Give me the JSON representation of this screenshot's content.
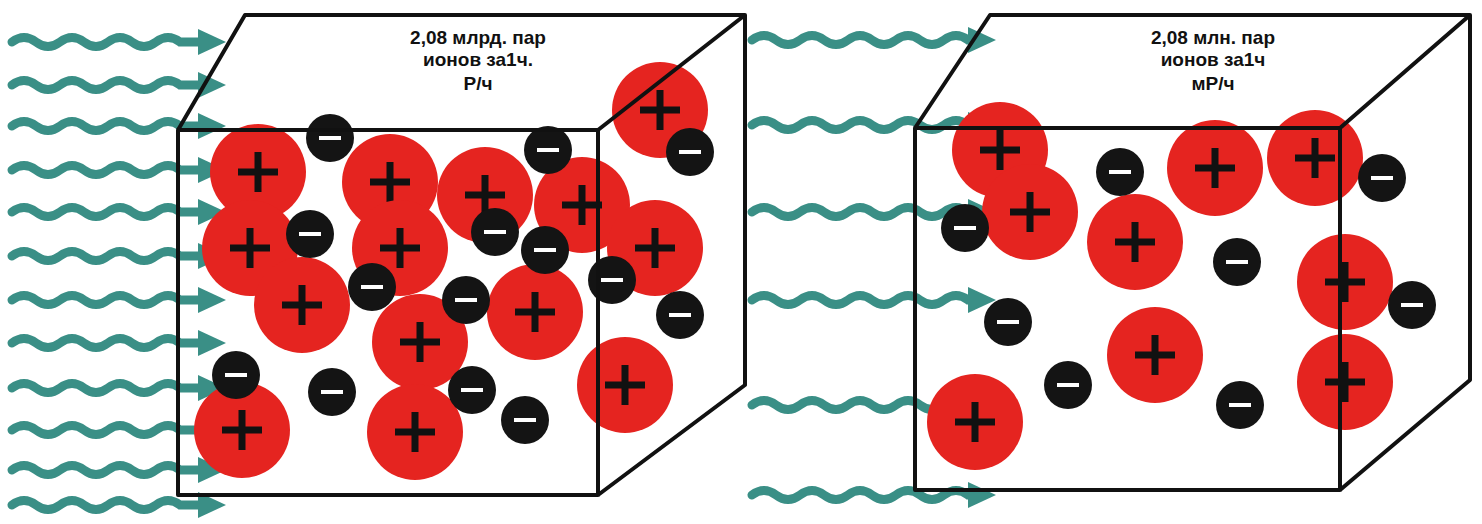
{
  "diagram": {
    "nodes": [
      {
        "text": [
          "2,08 млрд. пар ионов за1ч.",
          "Р/ч"
        ]
      },
      {
        "text": [
          "2,08 млн. пар ионов за1ч",
          "мР/ч"
        ]
      }
    ]
  }
}
